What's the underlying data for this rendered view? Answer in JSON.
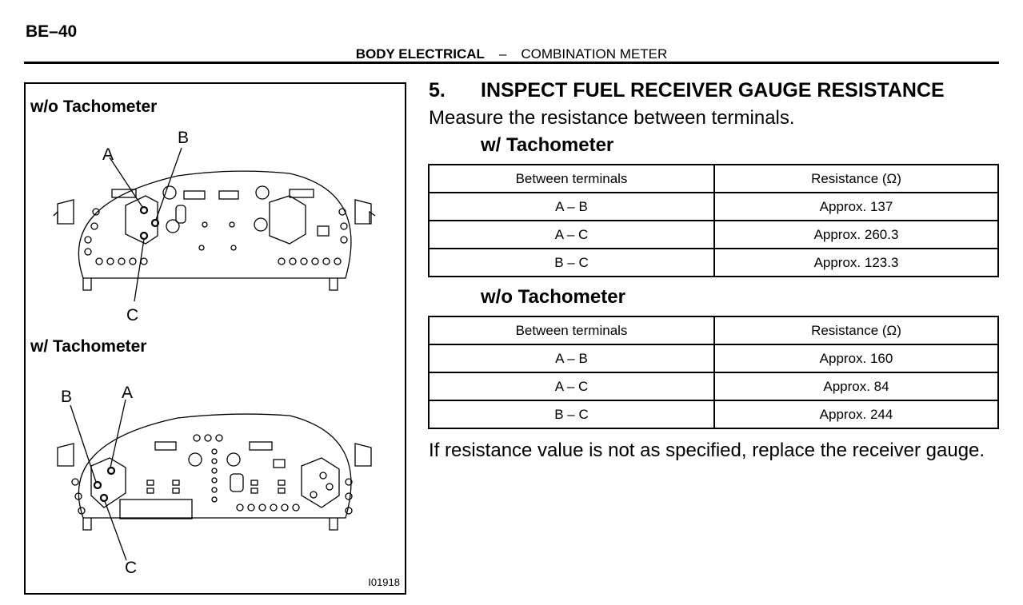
{
  "page_number": "BE–40",
  "header": {
    "section": "BODY ELECTRICAL",
    "separator": "–",
    "subsection": "COMBINATION METER"
  },
  "figure": {
    "label_without": "w/o Tachometer",
    "label_with": "w/ Tachometer",
    "terminals_without": [
      "A",
      "B",
      "C"
    ],
    "terminals_with": [
      "B",
      "A",
      "C"
    ],
    "figure_id": "I01918"
  },
  "step": {
    "number": "5.",
    "title": "INSPECT FUEL RECEIVER GAUGE RESISTANCE",
    "intro": "Measure the resistance between terminals."
  },
  "table_with": {
    "heading": "w/ Tachometer",
    "columns": [
      "Between terminals",
      "Resistance (Ω)"
    ],
    "rows": [
      [
        "A – B",
        "Approx.  137"
      ],
      [
        "A – C",
        "Approx.  260.3"
      ],
      [
        "B – C",
        "Approx.  123.3"
      ]
    ]
  },
  "table_without": {
    "heading": "w/o Tachometer",
    "columns": [
      "Between terminals",
      "Resistance (Ω)"
    ],
    "rows": [
      [
        "A – B",
        "Approx.  160"
      ],
      [
        "A – C",
        "Approx.  84"
      ],
      [
        "B – C",
        "Approx.  244"
      ]
    ]
  },
  "note": "If resistance value is not as specified, replace the receiver gauge."
}
